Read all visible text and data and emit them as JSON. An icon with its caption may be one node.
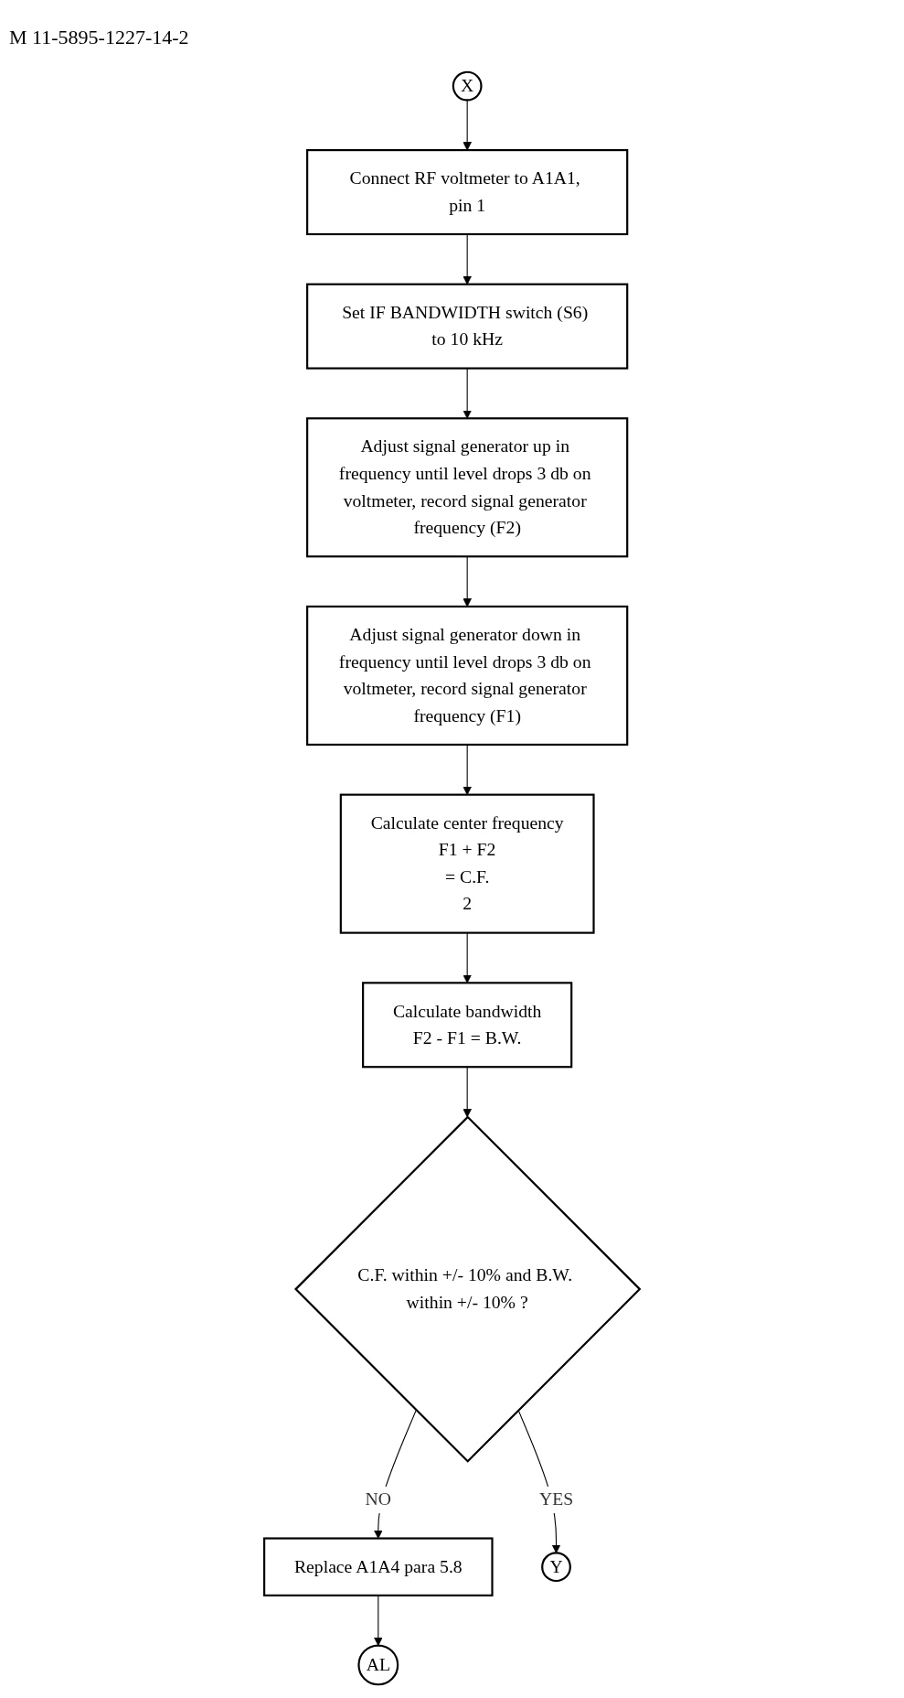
{
  "diagram": {
    "nodes": [
      {
        "text": [
          "X"
        ]
      },
      {
        "text": [
          "Connect RF voltmeter to A1A1, pin 1"
        ]
      },
      {
        "text": [
          "Set IF BANDWIDTH switch (S6) to 10 kHz"
        ]
      },
      {
        "text": [
          "Adjust signal generator up in frequency until level drops 3 db on voltmeter, record signal generator frequency (F2)"
        ]
      },
      {
        "text": [
          "Adjust signal generator down in frequency until level drops 3 db on voltmeter, record signal generator frequency (F1)"
        ]
      },
      {
        "text": [
          "Calculate center frequency",
          "F1 + F2",
          "= C.F.",
          "2"
        ]
      },
      {
        "text": [
          "Calculate bandwidth",
          "F2 - F1 = B.W."
        ]
      },
      {
        "text": [
          "C.F. within +/- 10% and B.W. within +/- 10% ?"
        ]
      },
      {
        "text": [
          "Replace A1A4 para 5.8"
        ]
      },
      {
        "text": [
          "Y"
        ]
      },
      {
        "text": [
          "AL"
        ]
      }
    ],
    "edges": [
      {
        "from": 0,
        "to": 1,
        "arrow": "to"
      },
      {
        "from": 1,
        "to": 2,
        "arrow": "to"
      },
      {
        "from": 2,
        "to": 3,
        "arrow": "to"
      },
      {
        "from": 3,
        "to": 4,
        "arrow": "to"
      },
      {
        "from": 4,
        "to": 5,
        "arrow": "to"
      },
      {
        "from": 5,
        "to": 6,
        "arrow": "to"
      },
      {
        "from": 6,
        "to": 7,
        "arrow": "to"
      },
      {
        "from": 7,
        "to": 8,
        "label": "NO",
        "arrow": "to"
      },
      {
        "from": 7,
        "to": 9,
        "label": "YES",
        "arrow": "to"
      },
      {
        "from": 8,
        "to": 10,
        "arrow": "to"
      }
    ],
    "labels": [
      "M 11-5895-1227-14-2"
    ]
  }
}
